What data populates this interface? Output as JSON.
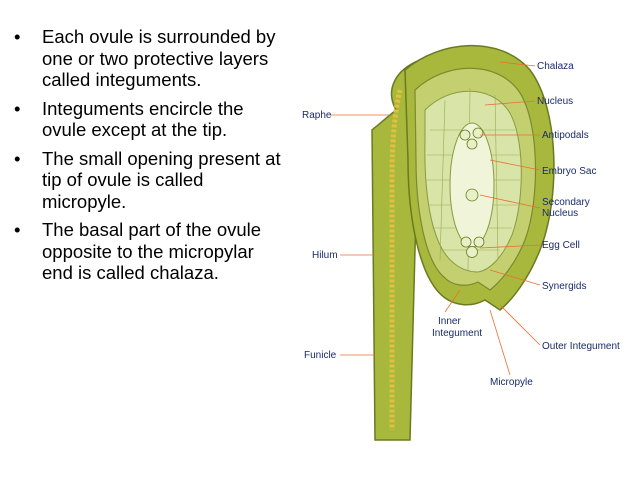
{
  "bullets": [
    {
      "marker": "•",
      "text": " Each ovule is surrounded by one or two protective layers called integuments."
    },
    {
      "marker": "•",
      "text": "Integuments encircle the ovule except at the tip."
    },
    {
      "marker": "•",
      "text": " The small opening present at tip of ovule is called micropyle."
    },
    {
      "marker": "•",
      "text": "The basal part of the ovule opposite to the micropylar end is called  chalaza."
    }
  ],
  "diagram": {
    "labels": {
      "chalaza": "Chalaza",
      "nucleus": "Nucleus",
      "raphe": "Raphe",
      "antipodals": "Antipodals",
      "embryo_sac": "Embryo Sac",
      "secondary_nucleus_1": "Secondary",
      "secondary_nucleus_2": "Nucleus",
      "egg_cell": "Egg Cell",
      "hilum": "Hilum",
      "synergids": "Synergids",
      "inner_integument_1": "Inner",
      "inner_integument_2": "Integument",
      "outer_integument": "Outer Integument",
      "funicle": "Funicle",
      "micropyle": "Micropyle"
    },
    "colors": {
      "outer_integument": "#a8b83c",
      "inner_integument": "#c4d070",
      "nucellus": "#d8e4a8",
      "embryo_sac": "#f0f4d8",
      "vascular": "#e0c040",
      "label": "#1a2a6a",
      "pointer": "#e87030"
    }
  }
}
